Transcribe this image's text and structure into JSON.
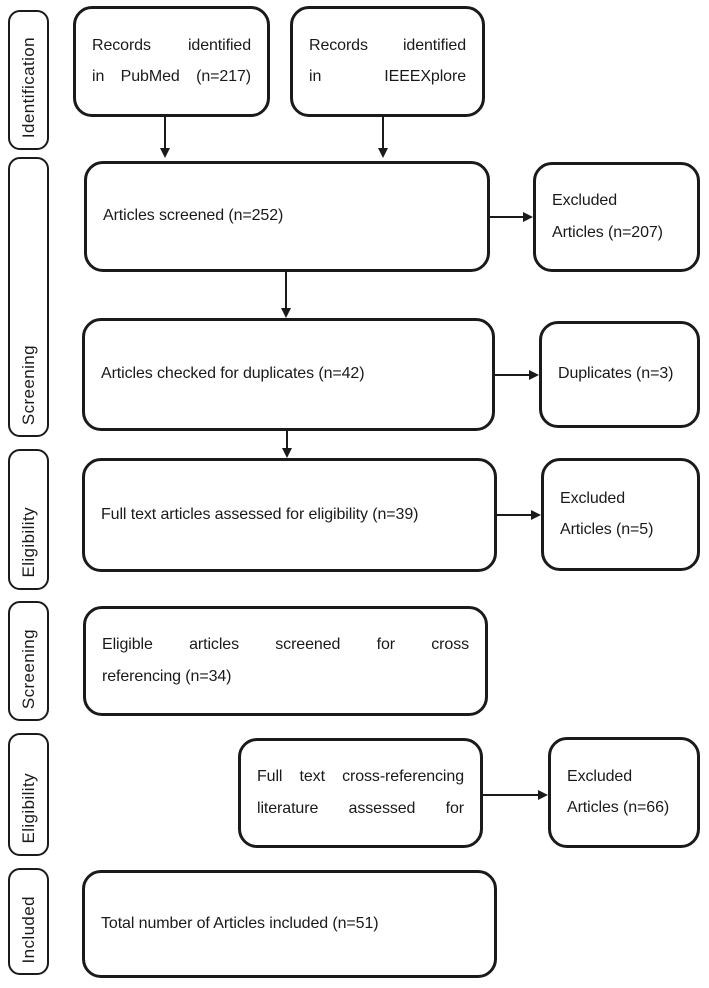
{
  "stages": [
    {
      "label": "Identification"
    },
    {
      "label": "Screening"
    },
    {
      "label": "Eligibility"
    },
    {
      "label": "Screening"
    },
    {
      "label": "Eligibility"
    },
    {
      "label": "Included"
    }
  ],
  "flow": {
    "pubmed": {
      "lines": [
        "Records identified",
        "in PubMed (n=217)"
      ]
    },
    "ieee": {
      "lines": [
        "Records identified",
        "in IEEEXplore"
      ]
    },
    "screened": {
      "text": "Articles screened (n=252)"
    },
    "duplicates_check": {
      "text": "Articles checked for duplicates (n=42)"
    },
    "fulltext_eligibility": {
      "text": "Full text articles assessed for eligibility (n=39)"
    },
    "crossref_screen": {
      "lines": [
        "Eligible articles screened for cross",
        "referencing (n=34)"
      ]
    },
    "crossref_assess": {
      "lines": [
        "Full text cross-referencing",
        "literature assessed for"
      ]
    },
    "total_included": {
      "text": "Total number of Articles included (n=51)"
    }
  },
  "side": {
    "excluded_207": {
      "lines": [
        "Excluded",
        "Articles (n=207)"
      ]
    },
    "duplicates_3": {
      "text": "Duplicates (n=3)"
    },
    "excluded_5": {
      "lines": [
        "Excluded",
        "Articles (n=5)"
      ]
    },
    "excluded_66": {
      "lines": [
        "Excluded",
        "Articles (n=66)"
      ]
    }
  },
  "colors": {
    "ink": "#1a1a1a",
    "background": "#ffffff"
  }
}
